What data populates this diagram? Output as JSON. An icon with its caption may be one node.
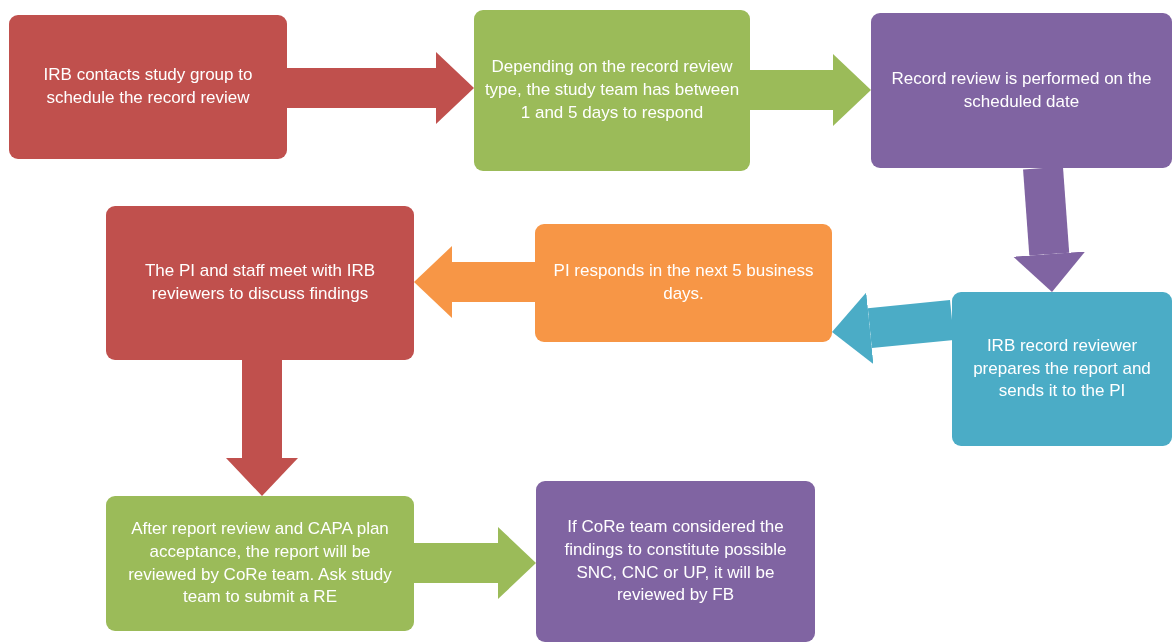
{
  "diagram": {
    "nodes": [
      {
        "text": [
          "IRB contacts study group to schedule the record review"
        ]
      },
      {
        "text": [
          "Depending on the record review type, the study team has between 1 and 5 days to respond"
        ]
      },
      {
        "text": [
          "Record review is performed on the scheduled date"
        ]
      },
      {
        "text": [
          "IRB record reviewer prepares the report and sends it to the PI"
        ]
      },
      {
        "text": [
          "PI responds in the next 5 business days."
        ]
      },
      {
        "text": [
          "The PI and staff meet with IRB reviewers to discuss findings"
        ]
      },
      {
        "text": [
          "After report review and CAPA plan acceptance, the report will be reviewed by CoRe team.  Ask study team to submit a RE"
        ]
      },
      {
        "text": [
          "If CoRe team considered the findings to constitute possible SNC, CNC or UP, it will be reviewed by FB"
        ]
      }
    ],
    "edges": [
      {
        "from": 0,
        "to": 1,
        "arrow": "to",
        "color": "#c0504d"
      },
      {
        "from": 1,
        "to": 2,
        "arrow": "to",
        "color": "#9bbb59"
      },
      {
        "from": 2,
        "to": 3,
        "arrow": "to",
        "color": "#8064a2"
      },
      {
        "from": 3,
        "to": 4,
        "arrow": "to",
        "color": "#4bacc6"
      },
      {
        "from": 4,
        "to": 5,
        "arrow": "to",
        "color": "#f79646"
      },
      {
        "from": 5,
        "to": 6,
        "arrow": "to",
        "color": "#c0504d"
      },
      {
        "from": 6,
        "to": 7,
        "arrow": "to",
        "color": "#9bbb59"
      }
    ]
  }
}
